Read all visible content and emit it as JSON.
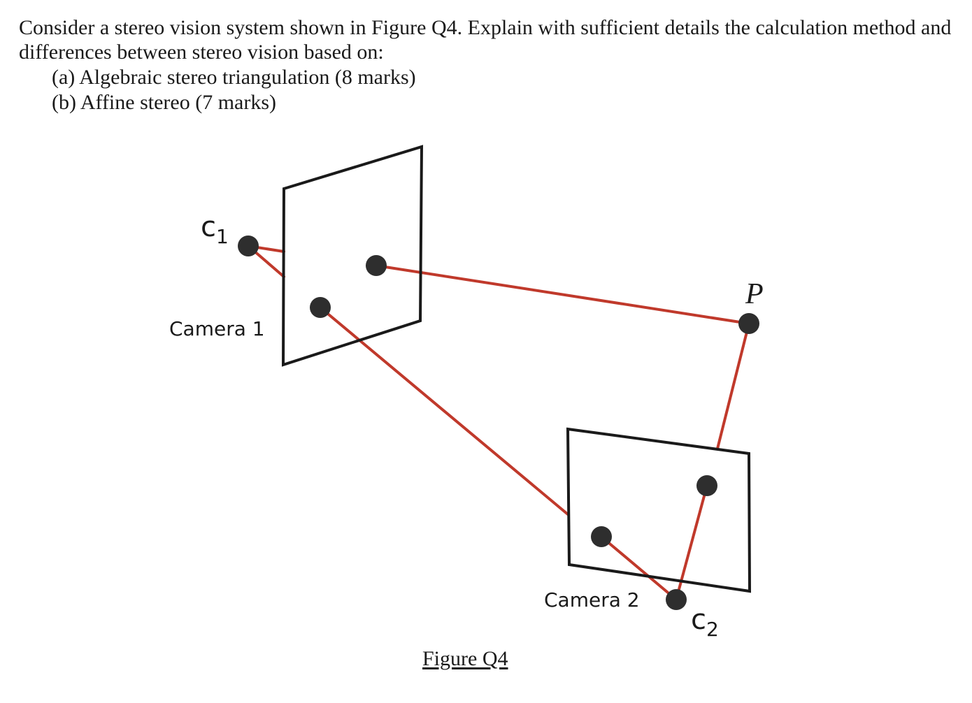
{
  "question": {
    "text": "Consider a stereo vision system shown in Figure Q4. Explain with sufficient details the calculation method and differences between stereo vision based on:",
    "parts": [
      "(a) Algebraic stereo triangulation (8 marks)",
      "(b) Affine stereo (7 marks)"
    ]
  },
  "figure": {
    "labels": {
      "c1": "c",
      "c1_sub": "1",
      "camera1": "Camera 1",
      "c2": "c",
      "c2_sub": "2",
      "camera2": "Camera 2",
      "point": "P"
    },
    "caption": "Figure Q4",
    "colors": {
      "ray": "#c0392b",
      "point": "#2e2e2e",
      "plane": "#1a1a1a"
    }
  }
}
